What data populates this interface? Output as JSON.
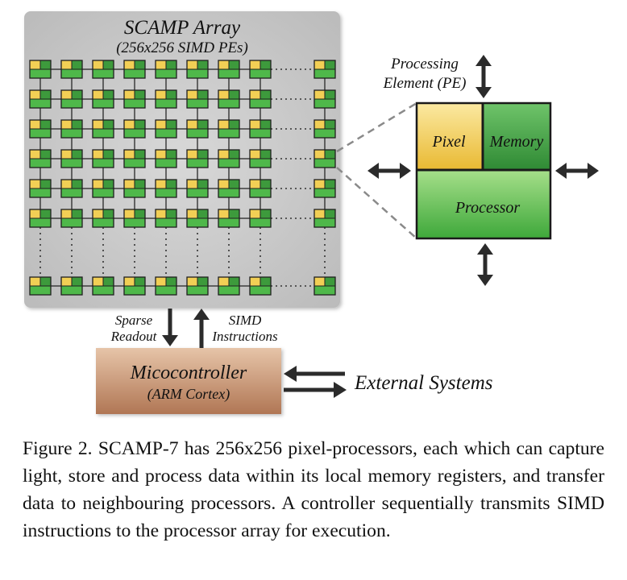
{
  "array": {
    "title": "SCAMP Array",
    "subtitle": "(256x256 SIMD PEs)"
  },
  "pe": {
    "label_line1": "Processing",
    "label_line2": "Element (PE)",
    "pixel": "Pixel",
    "memory": "Memory",
    "processor": "Processor"
  },
  "links": {
    "sparse_line1": "Sparse",
    "sparse_line2": "Readout",
    "simd_line1": "SIMD",
    "simd_line2": "Instructions"
  },
  "controller": {
    "title": "Micocontroller",
    "subtitle": "(ARM Cortex)"
  },
  "external": "External Systems",
  "caption": "Figure 2.  SCAMP-7 has 256x256 pixel-processors, each which can capture light, store and process data within its local memory registers, and transfer data to neighbouring processors.  A controller sequentially transmits SIMD instructions to the processor array for execution.",
  "colors": {
    "panel": "#c8c8c8",
    "pixel": "#f2cf55",
    "memory": "#3f9f3f",
    "processor": "#4fb84a",
    "controller": "#c08a66"
  }
}
